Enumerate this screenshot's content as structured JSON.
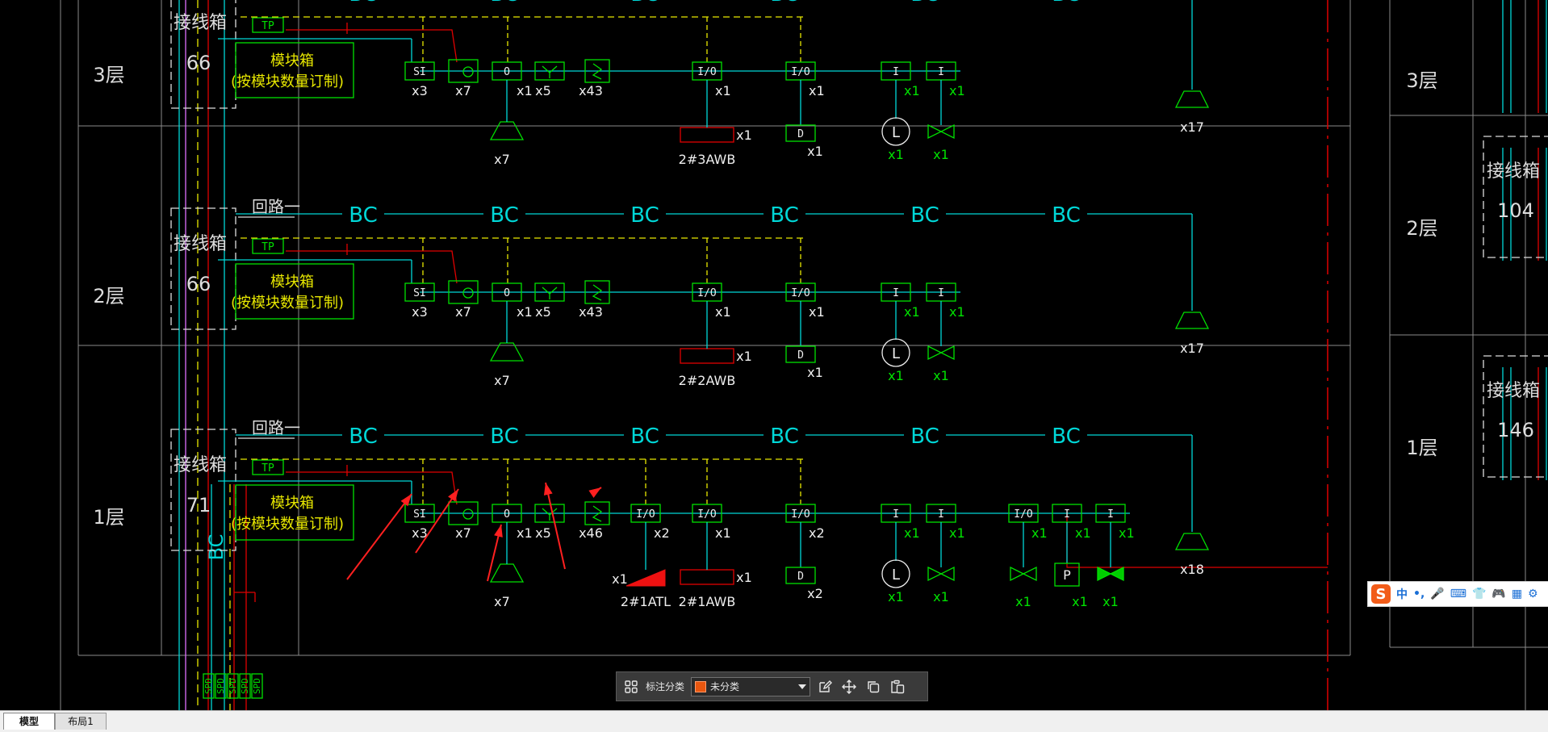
{
  "drawing": {
    "floors": [
      {
        "label": "3层",
        "box_label": "接线箱",
        "box_num": "66"
      },
      {
        "label": "2层",
        "box_label": "接线箱",
        "box_num": "66"
      },
      {
        "label": "1层",
        "box_label": "接线箱",
        "box_num": "71"
      }
    ],
    "right_floors": [
      {
        "label": "3层"
      },
      {
        "label": "2层",
        "box_label": "接线箱",
        "box_num": "104"
      },
      {
        "label": "1层",
        "box_label": "接线箱",
        "box_num": "146"
      }
    ],
    "module_box": {
      "line1": "模块箱",
      "line2": "(按模块数量订制)"
    },
    "loop_label": "回路一",
    "tp": "TP",
    "bc": "BC",
    "device_labels": {
      "si": "SI",
      "o": "O",
      "io": "I/O",
      "i": "I",
      "d": "D",
      "l": "L",
      "p": "P"
    },
    "row3": {
      "si": "x3",
      "smoke": "x7",
      "o": "x1",
      "heat": "x5",
      "spk": "x43",
      "io": "x1",
      "io2": "x1",
      "d": "x1",
      "i1": "x1",
      "i2": "x1",
      "l": "x1",
      "v": "x1",
      "o_sub": "x7",
      "awb_count": "x1",
      "awb": "2#3AWB",
      "sounder": "x17"
    },
    "row2": {
      "si": "x3",
      "smoke": "x7",
      "o": "x1",
      "heat": "x5",
      "spk": "x43",
      "io": "x1",
      "io2": "x1",
      "d": "x1",
      "i1": "x1",
      "i2": "x1",
      "l": "x1",
      "v": "x1",
      "o_sub": "x7",
      "awb_count": "x1",
      "awb": "2#2AWB",
      "sounder": "x17"
    },
    "row1": {
      "si": "x3",
      "smoke": "x7",
      "o": "x1",
      "heat": "x5",
      "spk": "x46",
      "io_a": "x2",
      "io": "x1",
      "io2": "x2",
      "d": "x2",
      "i1": "x1",
      "i2": "x1",
      "l": "x1",
      "v": "x1",
      "o_sub": "x7",
      "atl_count": "x1",
      "atl": "2#1ATL",
      "awb_count": "x1",
      "awb": "2#1AWB",
      "io3": "x1",
      "i3": "x1",
      "i4": "x1",
      "v2": "x1",
      "p": "x1",
      "v3": "x1",
      "sounder": "x18"
    },
    "spd": [
      "SPD",
      "SPD",
      "SPD",
      "SPD",
      "SPD"
    ],
    "colors": {
      "cyan": "#00d7d7",
      "yellow": "#e8e800",
      "green": "#00e000",
      "red": "#e00000",
      "grey": "#8a8a8a"
    }
  },
  "toolbar": {
    "label": "标注分类",
    "select_value": "未分类"
  },
  "tabs": {
    "model": "模型",
    "layout1": "布局1"
  },
  "ime": {
    "logo": "S",
    "items": [
      "中",
      "•,",
      "🎤",
      "⌨",
      "👕",
      "🎮",
      "▦",
      "⚙"
    ]
  }
}
